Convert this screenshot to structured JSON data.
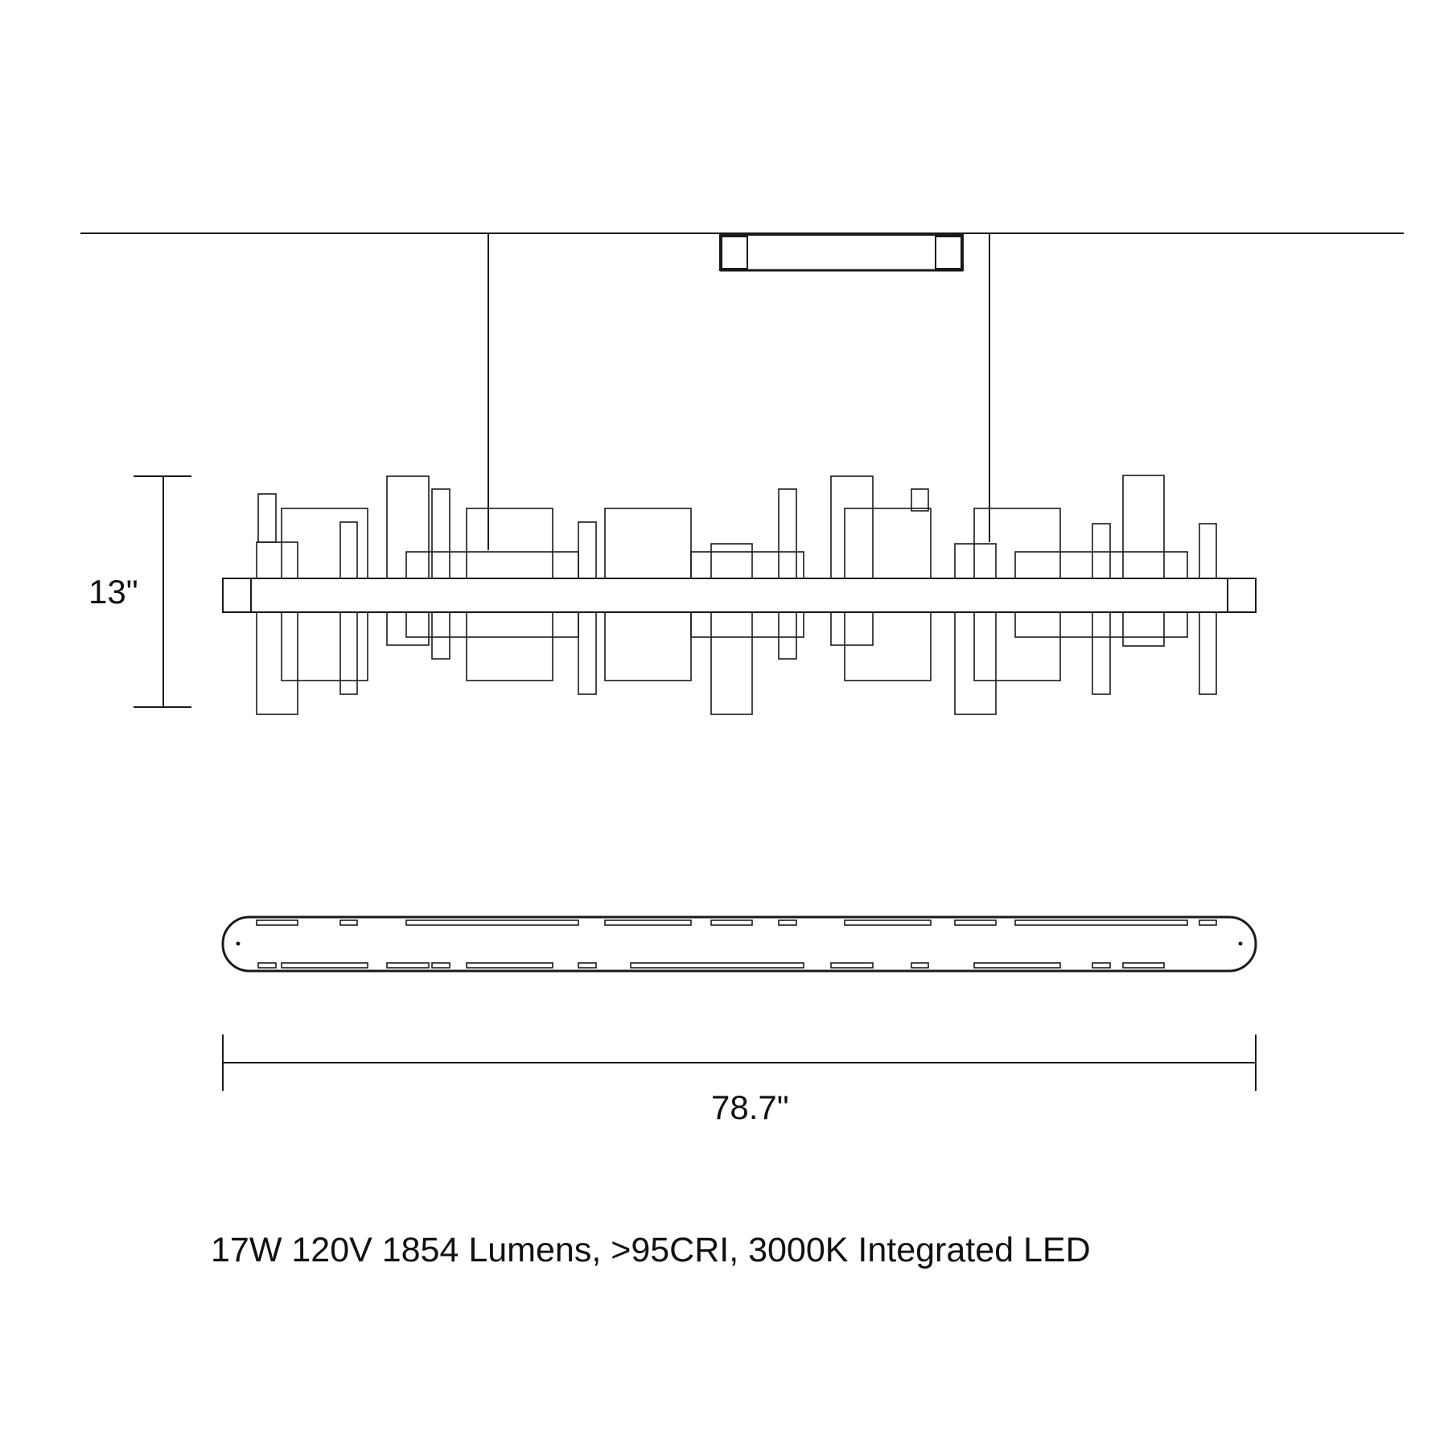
{
  "dimensions": {
    "height": "13\"",
    "width": "78.7\""
  },
  "specs": "17W 120V 1854 Lumens, >95CRI, 3000K Integrated LED",
  "colors": {
    "line": "#1a1a1a",
    "background": "#ffffff"
  }
}
